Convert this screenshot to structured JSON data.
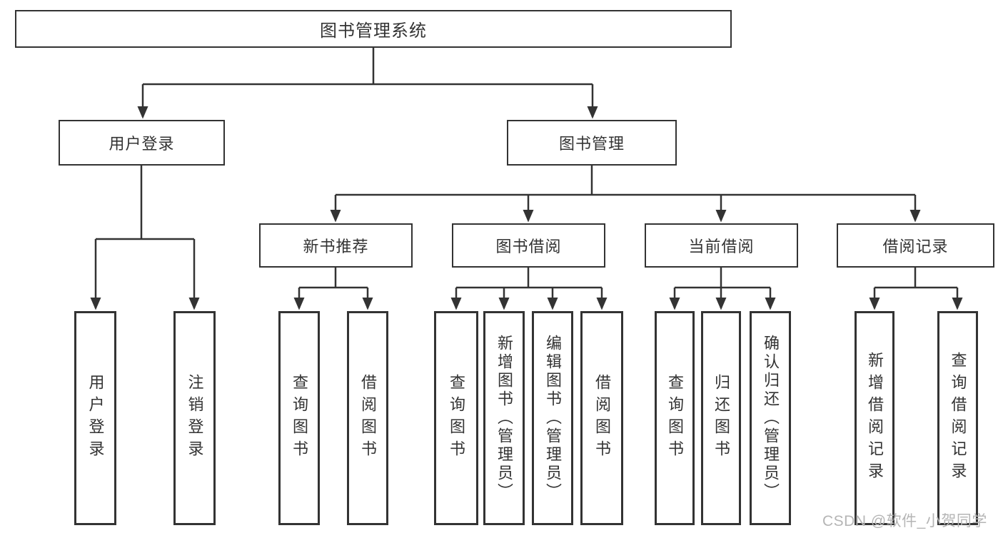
{
  "colors": {
    "background": "#ffffff",
    "line": "#333333",
    "text": "#333333",
    "watermark": "#b5b5b5"
  },
  "tree": {
    "root": {
      "label": "图书管理系统",
      "children": [
        {
          "label": "用户登录",
          "children": [
            {
              "label": "用户登录"
            },
            {
              "label": "注销登录"
            }
          ]
        },
        {
          "label": "图书管理",
          "children": [
            {
              "label": "新书推荐",
              "children": [
                {
                  "label": "查询图书"
                },
                {
                  "label": "借阅图书"
                }
              ]
            },
            {
              "label": "图书借阅",
              "children": [
                {
                  "label": "查询图书"
                },
                {
                  "label": "新增图书（管理员）"
                },
                {
                  "label": "编辑图书（管理员）"
                },
                {
                  "label": "借阅图书"
                }
              ]
            },
            {
              "label": "当前借阅",
              "children": [
                {
                  "label": "查询图书"
                },
                {
                  "label": "归还图书"
                },
                {
                  "label": "确认归还（管理员）"
                }
              ]
            },
            {
              "label": "借阅记录",
              "children": [
                {
                  "label": "新增借阅记录"
                },
                {
                  "label": "查询借阅记录"
                }
              ]
            }
          ]
        }
      ]
    }
  },
  "watermark": {
    "text": "CSDN @软件_小贺同学"
  }
}
